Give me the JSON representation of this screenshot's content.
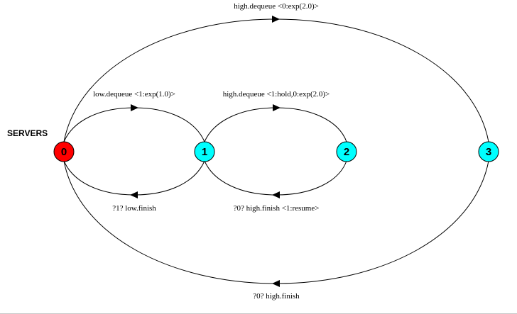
{
  "diagram": {
    "title": "SERVERS",
    "nodes": [
      {
        "id": "0",
        "label": "0",
        "color": "#ff0000"
      },
      {
        "id": "1",
        "label": "1",
        "color": "#00ffff"
      },
      {
        "id": "2",
        "label": "2",
        "color": "#00ffff"
      },
      {
        "id": "3",
        "label": "3",
        "color": "#00ffff"
      }
    ],
    "edges": [
      {
        "from": "0",
        "to": "3",
        "label": "high.dequeue <0:exp(2.0)>"
      },
      {
        "from": "0",
        "to": "1",
        "label": "low.dequeue <1:exp(1.0)>"
      },
      {
        "from": "1",
        "to": "2",
        "label": "high.dequeue <1:hold,0:exp(2.0)>"
      },
      {
        "from": "1",
        "to": "0",
        "label": "?1? low.finish"
      },
      {
        "from": "2",
        "to": "1",
        "label": "?0? high.finish <1:resume>"
      },
      {
        "from": "3",
        "to": "0",
        "label": "?0? high.finish"
      }
    ]
  }
}
